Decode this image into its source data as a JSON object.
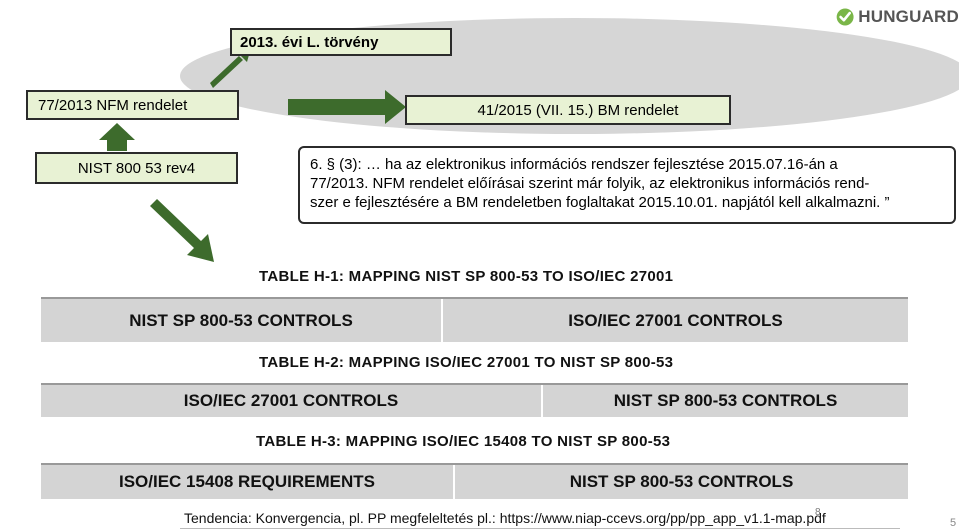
{
  "logo": {
    "text": "HUNGUARD",
    "color": "#7ab648"
  },
  "boxes": {
    "law": "2013. évi L. törvény",
    "nfm": "77/2013 NFM rendelet",
    "bm": "41/2015 (VII. 15.) BM rendelet",
    "nist": "NIST 800 53 rev4"
  },
  "quote": {
    "line1": "6. § (3): … ha az elektronikus információs rendszer fejlesztése 2015.07.16-án a",
    "line2": "77/2013. NFM rendelet előírásai szerint már folyik, az elektronikus információs rend-",
    "line3": "szer e fejlesztésére a BM rendeletben foglaltakat 2015.10.01. napjától kell alkalmazni. ”"
  },
  "tables": [
    {
      "title": "TABLE H-1:  MAPPING NIST SP 800-53 TO ISO/IEC 27001",
      "col1": "NIST SP 800-53 CONTROLS",
      "col2": "ISO/IEC 27001 CONTROLS"
    },
    {
      "title": "TABLE H-2:  MAPPING ISO/IEC 27001 TO NIST SP 800-53",
      "col1": "ISO/IEC 27001 CONTROLS",
      "col2": "NIST SP 800-53 CONTROLS"
    },
    {
      "title": "TABLE H-3:  MAPPING ISO/IEC 15408 TO NIST SP 800-53",
      "col1": "ISO/IEC 15408 REQUIREMENTS",
      "col2": "NIST SP 800-53 CONTROLS"
    }
  ],
  "footer": {
    "text": "Tendencia: Konvergencia, pl. PP megfeleltetés pl.: https://www.niap-ccevs.org/pp/pp_app_v1.1-map.pdf",
    "small_num": "8",
    "page": "5"
  },
  "colors": {
    "box_fill": "#e8f2d4",
    "arrow": "#3d6b2c",
    "ellipse": "#d6d6d6",
    "table_header": "#d4d4d4"
  }
}
